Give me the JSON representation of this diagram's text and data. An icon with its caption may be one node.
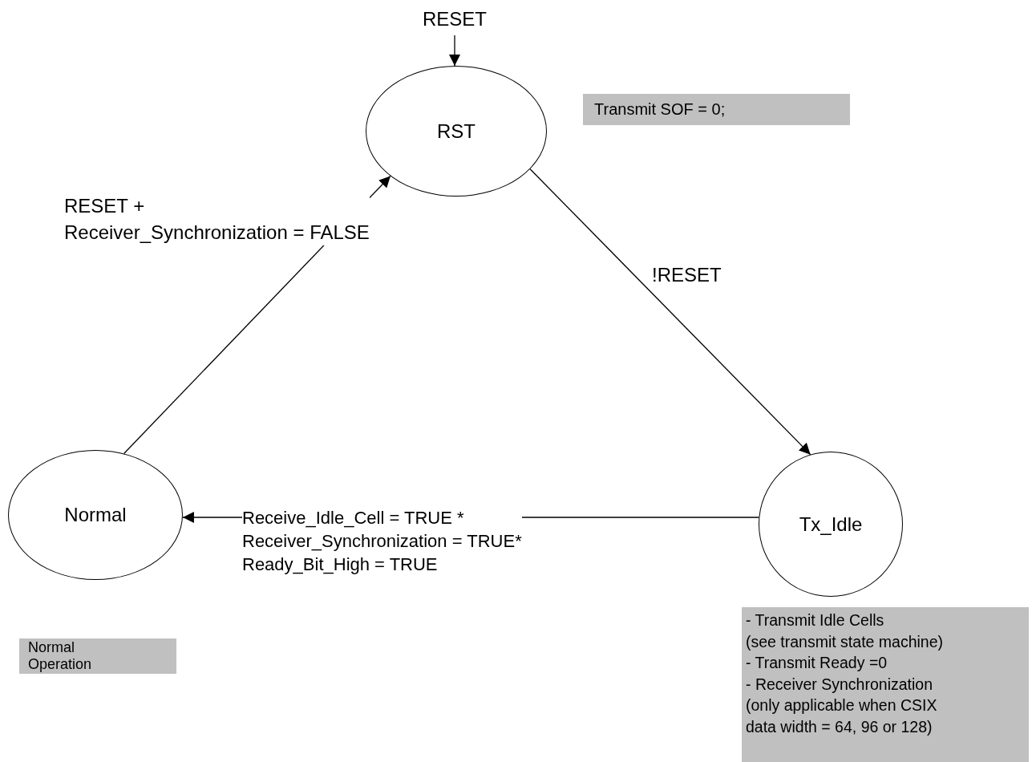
{
  "diagram": {
    "nodes": [
      {
        "text": [
          "RST"
        ]
      },
      {
        "text": [
          "Tx_Idle"
        ]
      },
      {
        "text": [
          "Normal"
        ]
      },
      {
        "text": [
          "RESET"
        ]
      },
      {
        "text": [
          "Transmit SOF = 0;"
        ]
      },
      {
        "text": [
          "Normal Operation"
        ]
      },
      {
        "text": [
          "- Transmit Idle Cells (see transmit state machine)",
          "- Transmit Ready =0",
          "- Receiver Synchronization (only applicable when CSIX data width = 64, 96 or 128)"
        ]
      }
    ],
    "edges": [
      {
        "from": 3,
        "to": 0,
        "arrow": "to"
      },
      {
        "from": 0,
        "to": 1,
        "arrow": "to",
        "label": "!RESET"
      },
      {
        "from": 1,
        "to": 2,
        "arrow": "to",
        "label": "Receive_Idle_Cell = TRUE * Receiver_Synchronization = TRUE* Ready_Bit_High = TRUE"
      },
      {
        "from": 2,
        "to": 0,
        "arrow": "to",
        "label": "RESET + Receiver_Synchronization = FALSE"
      }
    ]
  }
}
